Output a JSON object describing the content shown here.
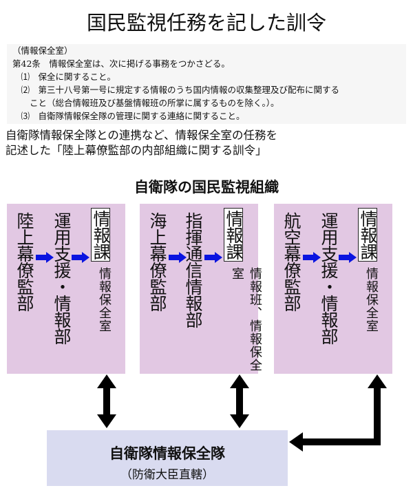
{
  "title": "国民監視任務を記した訓令",
  "law": {
    "lines": [
      "（情報保全室）",
      "第42条　情報保全室は、次に掲げる事務をつかさどる。",
      "　⑴　保全に関すること。",
      "　⑵　第三十八号第一号に規定する情報のうち国内情報の収集整理及び配布に関する",
      "　　こと（総合情報班及び基盤情報班の所掌に属するものを除く。）。",
      "　⑶　自衛隊情報保全隊の管理に関する連絡に関すること。"
    ]
  },
  "description": [
    "自衛隊情報保全隊との連携など、情報保全室の任務を",
    "記述した「陸上幕僚監部の内部組織に関する訓令」"
  ],
  "org_title": "自衛隊の国民監視組織",
  "columns": [
    {
      "staff": "陸上幕僚監部",
      "dept": "運用支援・情報部",
      "section": "情報課",
      "unit": "情報保全室"
    },
    {
      "staff": "海上幕僚監部",
      "dept": "指揮通信情報部",
      "section": "情報課",
      "unit": "情報班、情報保全室"
    },
    {
      "staff": "航空幕僚監部",
      "dept": "運用支援・情報部",
      "section": "情報課",
      "unit": "情報保全室"
    }
  ],
  "bottom": {
    "name": "自衛隊情報保全隊",
    "note": "（防衛大臣直轄）"
  },
  "colors": {
    "column_bg": "#e2c8e3",
    "bottom_bg": "#d9dbf0",
    "flow_arrow": "#0a14e0"
  }
}
